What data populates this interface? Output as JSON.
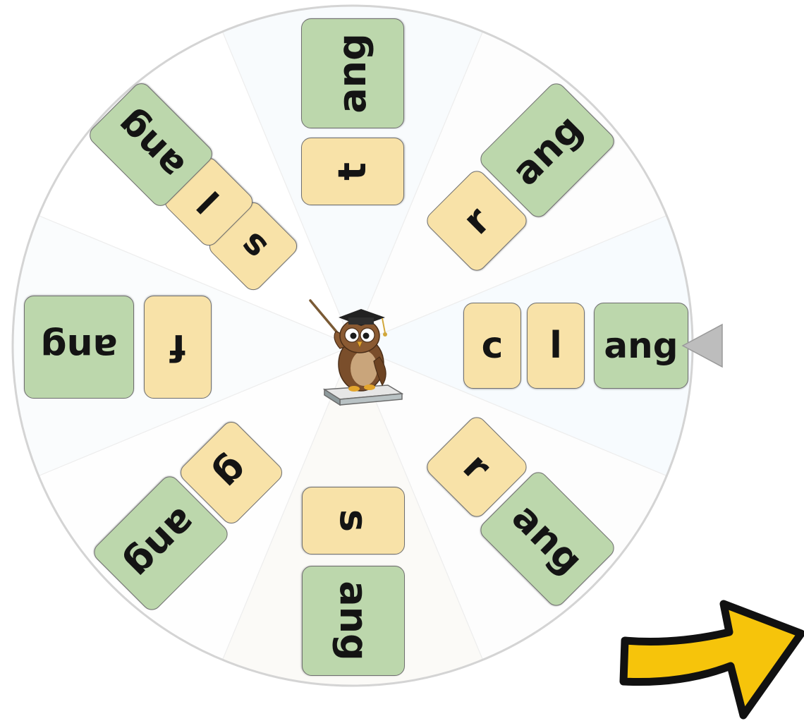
{
  "colors": {
    "onset_tile": "#f8e2a8",
    "rime_tile": "#bcd7ac",
    "tile_border": "#6f6f6f",
    "wheel_rim": "#d4d4d4",
    "pointer": "#bdbdbd",
    "next_arrow_fill": "#f6c40b",
    "next_arrow_outline": "#111111"
  },
  "wheel": {
    "segments": [
      {
        "id": "c-l-ang",
        "tiles": [
          {
            "text": "c",
            "kind": "onset"
          },
          {
            "text": "l",
            "kind": "onset"
          },
          {
            "text": "ang",
            "kind": "rime"
          }
        ]
      },
      {
        "id": "r-ang-lower",
        "tiles": [
          {
            "text": "r",
            "kind": "onset"
          },
          {
            "text": "ang",
            "kind": "rime"
          }
        ]
      },
      {
        "id": "s-ang",
        "tiles": [
          {
            "text": "s",
            "kind": "onset"
          },
          {
            "text": "ang",
            "kind": "rime"
          }
        ]
      },
      {
        "id": "g-ang",
        "tiles": [
          {
            "text": "g",
            "kind": "onset"
          },
          {
            "text": "ang",
            "kind": "rime"
          }
        ]
      },
      {
        "id": "f-ang",
        "tiles": [
          {
            "text": "f",
            "kind": "onset"
          },
          {
            "text": "ang",
            "kind": "rime"
          }
        ]
      },
      {
        "id": "s-l-ang",
        "tiles": [
          {
            "text": "s",
            "kind": "onset"
          },
          {
            "text": "l",
            "kind": "onset"
          },
          {
            "text": "ang",
            "kind": "rime"
          }
        ]
      },
      {
        "id": "t-ang",
        "tiles": [
          {
            "text": "t",
            "kind": "onset"
          },
          {
            "text": "ang",
            "kind": "rime"
          }
        ]
      },
      {
        "id": "r-ang-upper",
        "tiles": [
          {
            "text": "r",
            "kind": "onset"
          },
          {
            "text": "ang",
            "kind": "rime"
          }
        ]
      }
    ]
  },
  "center_icon": "owl-teacher-icon",
  "selection_pointer_icon": "triangle-pointer-icon",
  "next_button_icon": "next-arrow-icon"
}
